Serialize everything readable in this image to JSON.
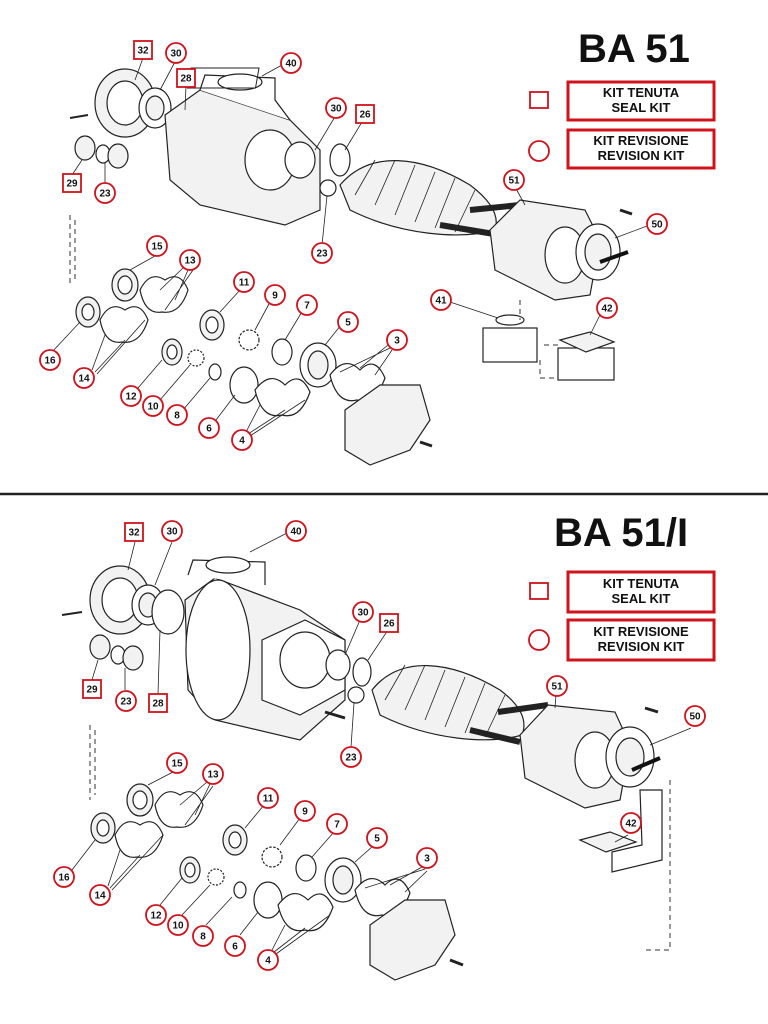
{
  "diagrams": [
    {
      "title": "BA 51",
      "kit_seal": "KIT TENUTA\nSEAL KIT",
      "kit_revision": "KIT REVISIONE\nREVISION KIT",
      "labels": [
        {
          "text": "32",
          "shape": "square"
        },
        {
          "text": "30",
          "shape": "circle"
        },
        {
          "text": "28",
          "shape": "square"
        },
        {
          "text": "40",
          "shape": "circle"
        },
        {
          "text": "30",
          "shape": "circle"
        },
        {
          "text": "26",
          "shape": "square"
        },
        {
          "text": "29",
          "shape": "square"
        },
        {
          "text": "23",
          "shape": "circle"
        },
        {
          "text": "51",
          "shape": "circle"
        },
        {
          "text": "50",
          "shape": "circle"
        },
        {
          "text": "23",
          "shape": "circle"
        },
        {
          "text": "15",
          "shape": "circle"
        },
        {
          "text": "13",
          "shape": "circle"
        },
        {
          "text": "11",
          "shape": "circle"
        },
        {
          "text": "9",
          "shape": "circle"
        },
        {
          "text": "7",
          "shape": "circle"
        },
        {
          "text": "5",
          "shape": "circle"
        },
        {
          "text": "3",
          "shape": "circle"
        },
        {
          "text": "41",
          "shape": "circle"
        },
        {
          "text": "42",
          "shape": "circle"
        },
        {
          "text": "16",
          "shape": "circle"
        },
        {
          "text": "14",
          "shape": "circle"
        },
        {
          "text": "12",
          "shape": "circle"
        },
        {
          "text": "10",
          "shape": "circle"
        },
        {
          "text": "8",
          "shape": "circle"
        },
        {
          "text": "6",
          "shape": "circle"
        },
        {
          "text": "4",
          "shape": "circle"
        }
      ]
    },
    {
      "title": "BA 51/I",
      "kit_seal": "KIT TENUTA\nSEAL KIT",
      "kit_revision": "KIT REVISIONE\nREVISION KIT",
      "labels": [
        {
          "text": "32",
          "shape": "square"
        },
        {
          "text": "30",
          "shape": "circle"
        },
        {
          "text": "40",
          "shape": "circle"
        },
        {
          "text": "30",
          "shape": "circle"
        },
        {
          "text": "26",
          "shape": "square"
        },
        {
          "text": "29",
          "shape": "square"
        },
        {
          "text": "23",
          "shape": "circle"
        },
        {
          "text": "28",
          "shape": "square"
        },
        {
          "text": "51",
          "shape": "circle"
        },
        {
          "text": "50",
          "shape": "circle"
        },
        {
          "text": "23",
          "shape": "circle"
        },
        {
          "text": "15",
          "shape": "circle"
        },
        {
          "text": "13",
          "shape": "circle"
        },
        {
          "text": "11",
          "shape": "circle"
        },
        {
          "text": "9",
          "shape": "circle"
        },
        {
          "text": "7",
          "shape": "circle"
        },
        {
          "text": "5",
          "shape": "circle"
        },
        {
          "text": "3",
          "shape": "circle"
        },
        {
          "text": "42",
          "shape": "circle"
        },
        {
          "text": "16",
          "shape": "circle"
        },
        {
          "text": "14",
          "shape": "circle"
        },
        {
          "text": "12",
          "shape": "circle"
        },
        {
          "text": "10",
          "shape": "circle"
        },
        {
          "text": "8",
          "shape": "circle"
        },
        {
          "text": "6",
          "shape": "circle"
        },
        {
          "text": "4",
          "shape": "circle"
        }
      ]
    }
  ],
  "colors": {
    "accent": "#d0121b",
    "ink": "#111111",
    "divider": "#222222"
  }
}
